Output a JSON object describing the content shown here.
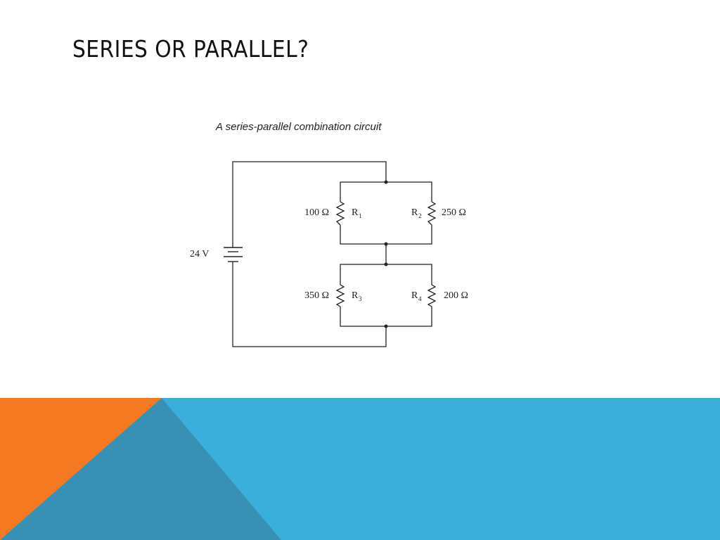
{
  "slide": {
    "title": "SERIES OR PARALLEL?"
  },
  "diagram": {
    "caption": "A series-parallel combination circuit",
    "source_voltage": "24 V",
    "resistors": [
      {
        "value": "100 Ω",
        "name": "R",
        "sub": "1"
      },
      {
        "value": "250 Ω",
        "name": "R",
        "sub": "2"
      },
      {
        "value": "350 Ω",
        "name": "R",
        "sub": "3"
      },
      {
        "value": "200 Ω",
        "name": "R",
        "sub": "4"
      }
    ]
  },
  "theme": {
    "accent_orange": "#f47920",
    "accent_blue": "#3aafdc",
    "accent_dark_blue": "#3990b5",
    "wire": "#222222"
  }
}
